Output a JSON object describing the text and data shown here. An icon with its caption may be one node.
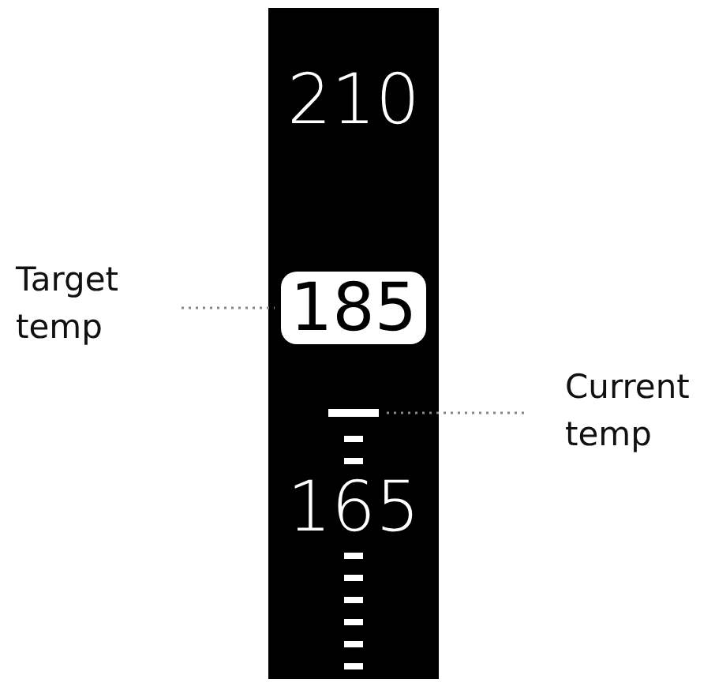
{
  "diagram": {
    "nodes": [
      {
        "text": [
          "Target temp"
        ]
      },
      {
        "text": [
          "185"
        ]
      },
      {
        "text": [
          "Current temp"
        ]
      },
      {
        "text": [],
        "shape": "bar"
      }
    ],
    "edges": [
      {
        "from": 0,
        "to": 1,
        "arrow": "none",
        "style": "dashed"
      },
      {
        "from": 2,
        "to": 3,
        "arrow": "none",
        "style": "dashed"
      }
    ],
    "labels": [
      "210",
      "165"
    ]
  }
}
